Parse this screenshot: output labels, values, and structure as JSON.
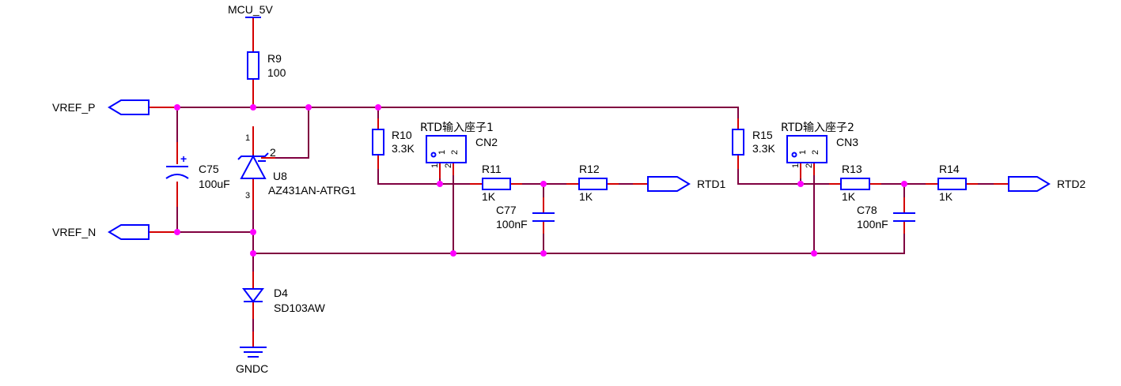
{
  "nets": {
    "mcu_5v": "MCU_5V",
    "vref_p": "VREF_P",
    "vref_n": "VREF_N",
    "rtd1": "RTD1",
    "rtd2": "RTD2",
    "gndc": "GNDC"
  },
  "components": {
    "r9": {
      "ref": "R9",
      "value": "100"
    },
    "r10": {
      "ref": "R10",
      "value": "3.3K"
    },
    "r11": {
      "ref": "R11",
      "value": "1K"
    },
    "r12": {
      "ref": "R12",
      "value": "1K"
    },
    "r13": {
      "ref": "R13",
      "value": "1K"
    },
    "r14": {
      "ref": "R14",
      "value": "1K"
    },
    "r15": {
      "ref": "R15",
      "value": "3.3K"
    },
    "c75": {
      "ref": "C75",
      "value": "100uF"
    },
    "c77": {
      "ref": "C77",
      "value": "100nF"
    },
    "c78": {
      "ref": "C78",
      "value": "100nF"
    },
    "u8": {
      "ref": "U8",
      "value": "AZ431AN-ATRG1",
      "pin_top": "1",
      "pin_bottom": "3",
      "pin_ref": "2"
    },
    "d4": {
      "ref": "D4",
      "value": "SD103AW"
    },
    "cn2": {
      "ref": "CN2",
      "value": "RTD输入座子1",
      "pin1": "1",
      "pin2": "2"
    },
    "cn3": {
      "ref": "CN3",
      "value": "RTD输入座子2",
      "pin1": "1",
      "pin2": "2"
    },
    "c75_polarity": "+"
  },
  "colors": {
    "wire": "#800040",
    "pin": "#d40000",
    "symbol": "#0000ff",
    "junction": "#ff00ff"
  }
}
